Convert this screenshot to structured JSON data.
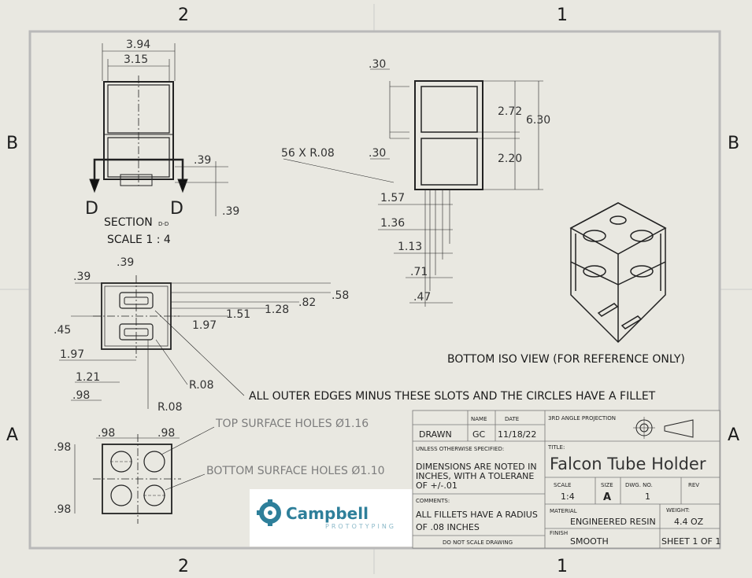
{
  "zones": {
    "top_left": "2",
    "top_right": "1",
    "bottom_left": "2",
    "bottom_right": "1",
    "left_b": "B",
    "left_a": "A",
    "right_b": "B",
    "right_a": "A"
  },
  "section_view": {
    "dim_overall": "3.94",
    "dim_inner": "3.15",
    "dim_a": ".39",
    "dim_b": ".39",
    "cut_left": "D",
    "cut_right": "D",
    "caption": "SECTION",
    "caption_sub": "D-D",
    "scale": "SCALE 1 : 4"
  },
  "front_view": {
    "dim_top": ".30",
    "dim_mid": ".30",
    "dim_upper": "2.72",
    "dim_total": "6.30",
    "dim_lower": "2.20",
    "fillet_callout": "56 X R.08",
    "h1": "1.57",
    "h2": "1.36",
    "h3": "1.13",
    "h4": ".71",
    "h5": ".47"
  },
  "iso_view": {
    "caption": "BOTTOM ISO VIEW (FOR REFERENCE ONLY)"
  },
  "bottom_view": {
    "d1": ".39",
    "d2": ".39",
    "d3": ".45",
    "d4": "1.97",
    "d5": "1.21",
    "d6": ".98",
    "d7": "1.97",
    "d8": "1.51",
    "d9": "1.28",
    "d10": ".82",
    "d11": ".58",
    "r1": "R.08",
    "r2": "R.08",
    "fillet_note": "ALL OUTER EDGES MINUS THESE SLOTS AND THE CIRCLES HAVE A FILLET"
  },
  "top_view": {
    "d1": ".98",
    "d2": ".98",
    "d3": ".98",
    "d4": ".98",
    "top_holes": "TOP SURFACE HOLES Ø1.16",
    "bottom_holes": "BOTTOM SURFACE HOLES Ø1.10"
  },
  "logo": {
    "name": "Campbell",
    "sub": "PROTOTYPING",
    "color": "#2e7f9a"
  },
  "title_block": {
    "hdr_name": "NAME",
    "hdr_date": "DATE",
    "drawn": "DRAWN",
    "drawn_name": "GC",
    "drawn_date": "11/18/22",
    "unless": "UNLESS OTHERWISE SPECIFIED:",
    "dims_note_1": "DIMENSIONS ARE NOTED IN",
    "dims_note_2": "INCHES, WITH A TOLERANE",
    "dims_note_3": "OF +/-.01",
    "comments": "COMMENTS:",
    "comment_1": "ALL FILLETS HAVE A RADIUS",
    "comment_2": "OF .08 INCHES",
    "do_not_scale": "DO NOT SCALE DRAWING",
    "projection": "3RD ANGLE PROJECTION",
    "title_label": "TITLE:",
    "title": "Falcon Tube Holder",
    "scale_label": "SCALE",
    "scale": "1:4",
    "size_label": "SIZE",
    "size": "A",
    "dwg_label": "DWG.  NO.",
    "dwg": "1",
    "rev_label": "REV",
    "material_label": "MATERIAL",
    "material": "ENGINEERED RESIN",
    "weight_label": "WEIGHT:",
    "weight": "4.4 OZ",
    "finish_label": "FINISH",
    "finish": "SMOOTH",
    "sheet": "SHEET 1 OF 1"
  }
}
